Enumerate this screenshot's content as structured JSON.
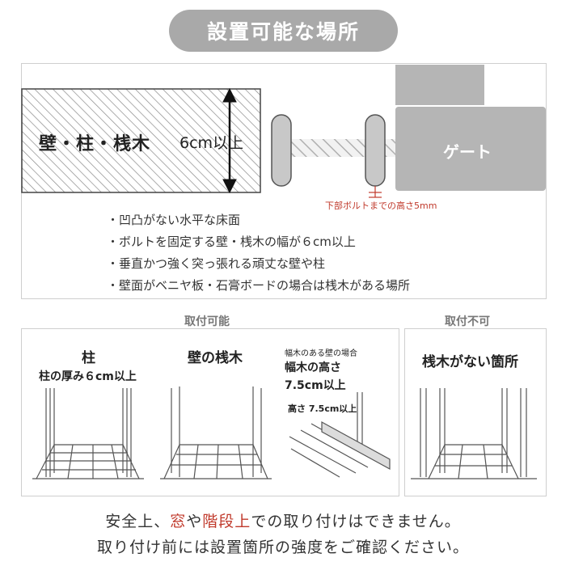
{
  "title": "設置可能な場所",
  "top_diagram": {
    "wall_label": "壁・柱・桟木",
    "thickness_label": "6cm以上",
    "gate_label": "ゲート",
    "bolt_note": "下部ボルトまでの高さ5mm"
  },
  "conditions": [
    "・凹凸がない水平な床面",
    "・ボルトを固定する壁・桟木の幅が６cm以上",
    "・垂直かつ強く突っ張れる頑丈な壁や柱",
    "・壁面がベニヤ板・石膏ボードの場合は桟木がある場所"
  ],
  "section_ok": "取付可能",
  "section_ng": "取付不可",
  "panels": {
    "pillar": {
      "title": "柱",
      "sub": "柱の厚み６cm以上"
    },
    "wall_batten": {
      "title": "壁の桟木"
    },
    "baseboard": {
      "small": "幅木のある壁の場合",
      "title_line1": "幅木の高さ",
      "title_line2": "7.5cm以上",
      "inline_label": "高さ 7.5cm以上"
    },
    "no_batten": {
      "title": "桟木がない箇所"
    }
  },
  "footer": {
    "line1_pre": "安全上、",
    "line1_red1": "窓",
    "line1_mid": "や",
    "line1_red2": "階段上",
    "line1_post": "での取り付けはできません。",
    "line2": "取り付け前には設置箇所の強度をご確認ください。"
  },
  "colors": {
    "pill_bg": "#a9a9a9",
    "gate": "#b5b5b5",
    "accent_red": "#c0392b",
    "border": "#cfcfcf"
  }
}
